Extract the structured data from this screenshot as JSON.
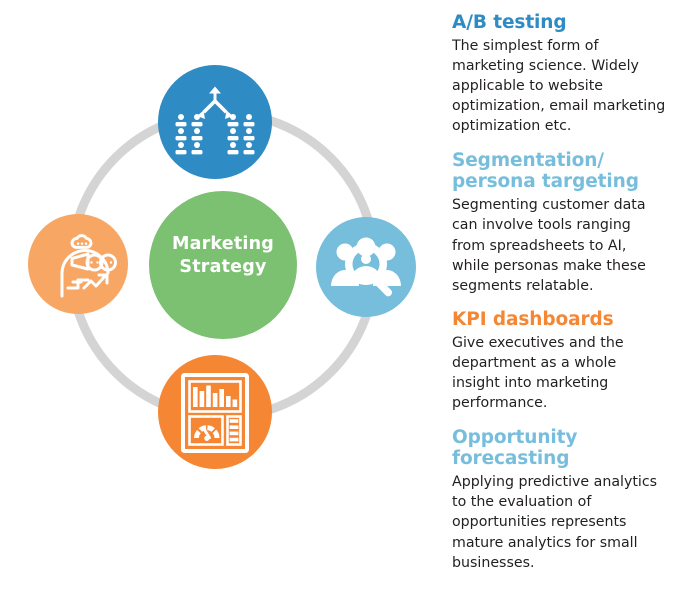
{
  "diagram": {
    "center": {
      "label_lines": [
        "Marketing",
        "Strategy"
      ],
      "color": "#7cc072",
      "text_color": "#ffffff"
    },
    "ring": {
      "color": "#d4d4d4"
    },
    "nodes": [
      {
        "position": "top",
        "icon": "ab-split-test-icon",
        "color": "#2e8bc4",
        "related_section": "A/B testing"
      },
      {
        "position": "right",
        "icon": "people-magnifier-icon",
        "color": "#77bedc",
        "related_section": "Segmentation/ persona targeting"
      },
      {
        "position": "bottom",
        "icon": "dashboard-chart-icon",
        "color": "#f58634",
        "related_section": "KPI dashboards"
      },
      {
        "position": "left",
        "icon": "head-binoculars-forecast-icon",
        "color": "#f8a663",
        "related_section": "Opportunity forecasting"
      }
    ]
  },
  "sections": [
    {
      "heading": "A/B testing",
      "heading_color": "#2e8bc4",
      "body": "The simplest form of marketing science. Widely applicable to website optimization, email marketing optimization etc."
    },
    {
      "heading": "Segmentation/ persona targeting",
      "heading_color": "#77bedc",
      "body": "Segmenting customer data can involve tools ranging from spreadsheets to AI, while personas make these segments relatable."
    },
    {
      "heading": "KPI dashboards",
      "heading_color": "#f58634",
      "body": "Give executives and the department as a whole insight into marketing performance."
    },
    {
      "heading": "Opportunity forecasting",
      "heading_color": "#77bedc",
      "body": "Applying predictive analytics to the evaluation of opportunities represents mature analytics for small businesses."
    }
  ]
}
